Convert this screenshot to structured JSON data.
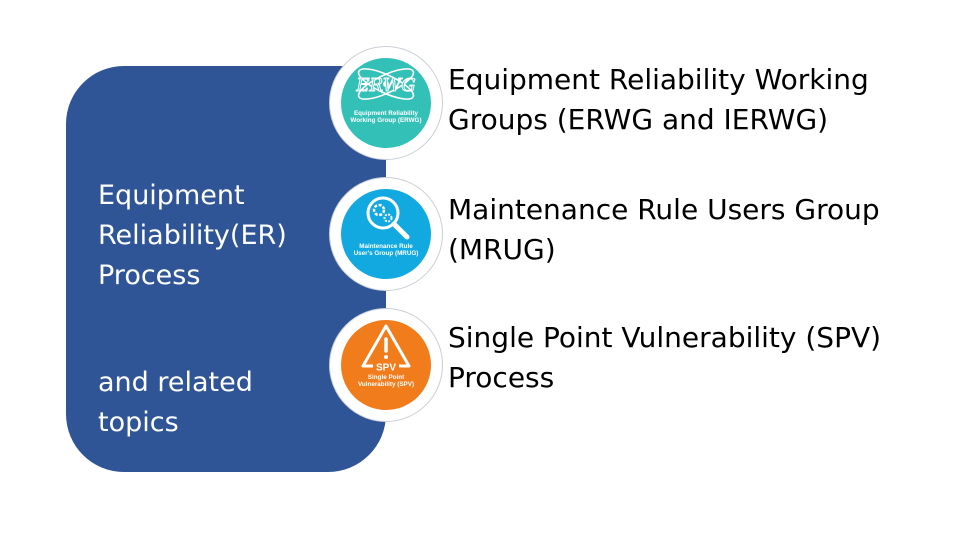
{
  "panel": {
    "title": "Equipment Reliability(ER) Process",
    "subtitle": "and related topics"
  },
  "badges": [
    {
      "logo": "ERWG",
      "caption": "Equipment Reliability Working Group (ERWG)",
      "color": "#33C1B7",
      "icon": "atom-orbit-icon"
    },
    {
      "caption": "Maintenance Rule User's Group (MRUG)",
      "color": "#12A8E0",
      "icon": "gear-magnifier-icon"
    },
    {
      "logo": "SPV",
      "caption": "Single Point Vulnerability (SPV)",
      "color": "#F07C1B",
      "icon": "warning-triangle-icon"
    }
  ],
  "items": [
    "Equipment Reliability Working Groups (ERWG and IERWG)",
    "Maintenance Rule Users Group (MRUG)",
    "Single Point Vulnerability (SPV) Process"
  ],
  "colors": {
    "panel": "#2F5597",
    "text": "#000000"
  }
}
